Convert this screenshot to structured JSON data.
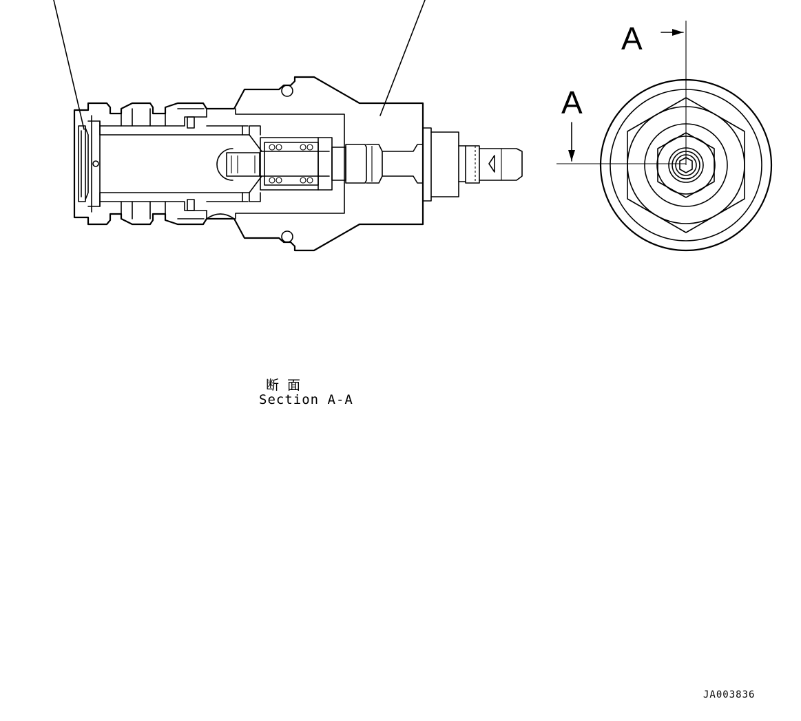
{
  "caption": {
    "japanese": "断面",
    "english": "Section A-A"
  },
  "section_markers": {
    "horizontal_label": "A",
    "vertical_label": "A"
  },
  "drawing_id": "JA003836"
}
